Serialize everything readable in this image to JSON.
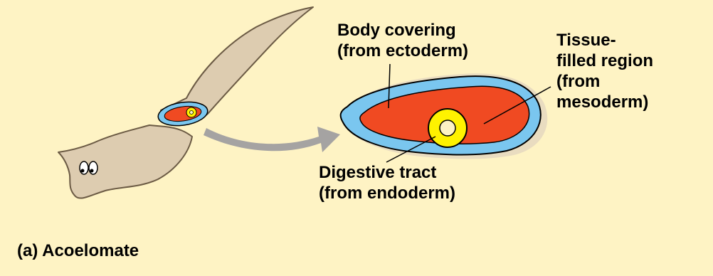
{
  "labels": {
    "body_covering": [
      "Body covering",
      "(from ectoderm)"
    ],
    "tissue_filled": [
      "Tissue-",
      "filled region",
      "(from",
      "mesoderm)"
    ],
    "digestive": [
      "Digestive tract",
      "(from endoderm)"
    ],
    "caption": "(a) Acoelomate"
  },
  "colors": {
    "background": "#fef3c4",
    "worm_body": "#ddccb0",
    "worm_outline": "#6b5a44",
    "ectoderm": "#7ac6ef",
    "mesoderm": "#f04a22",
    "endoderm": "#fff200",
    "arrow": "#a5a3a2",
    "outline": "#000000"
  }
}
